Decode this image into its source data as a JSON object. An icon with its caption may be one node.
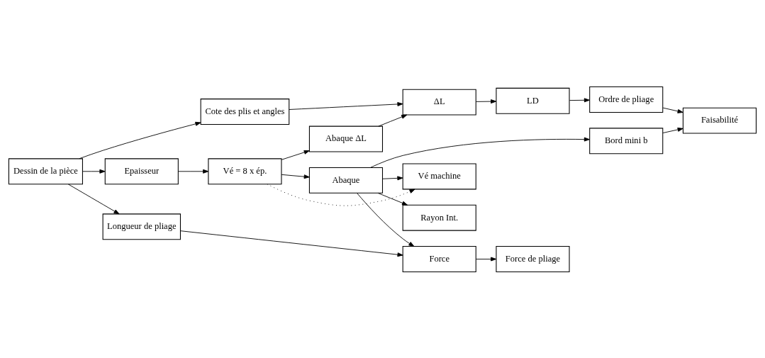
{
  "diagram": {
    "nodes": [
      {
        "text": [
          "Dessin de la pièce"
        ]
      },
      {
        "text": [
          "Cote des plis et angles"
        ]
      },
      {
        "text": [
          "ΔL"
        ]
      },
      {
        "text": [
          "LD"
        ]
      },
      {
        "text": [
          "Ordre de pliage"
        ]
      },
      {
        "text": [
          "Abaque ΔL"
        ]
      },
      {
        "text": [
          "Bord mini b"
        ]
      },
      {
        "text": [
          "Faisabilité"
        ]
      },
      {
        "text": [
          "Epaisseur"
        ]
      },
      {
        "text": [
          "Vé = 8 x ép."
        ]
      },
      {
        "text": [
          "Abaque"
        ]
      },
      {
        "text": [
          "Vé machine"
        ]
      },
      {
        "text": [
          "Rayon Int."
        ]
      },
      {
        "text": [
          "Longueur de pliage"
        ]
      },
      {
        "text": [
          "Force"
        ]
      },
      {
        "text": [
          "Force de pliage"
        ]
      }
    ],
    "edges": [
      {
        "from": 0,
        "to": 1,
        "arrow": "to"
      },
      {
        "from": 0,
        "to": 8,
        "arrow": "to"
      },
      {
        "from": 0,
        "to": 13,
        "arrow": "to"
      },
      {
        "from": 1,
        "to": 2,
        "arrow": "to"
      },
      {
        "from": 2,
        "to": 3,
        "arrow": "to"
      },
      {
        "from": 3,
        "to": 4,
        "arrow": "to"
      },
      {
        "from": 4,
        "to": 7,
        "arrow": "to"
      },
      {
        "from": 6,
        "to": 7,
        "arrow": "to"
      },
      {
        "from": 5,
        "to": 2,
        "arrow": "to"
      },
      {
        "from": 9,
        "to": 5,
        "arrow": "to"
      },
      {
        "from": 8,
        "to": 9,
        "arrow": "to"
      },
      {
        "from": 9,
        "to": 10,
        "arrow": "to"
      },
      {
        "from": 9,
        "to": 11,
        "arrow": "to",
        "style": "dashed"
      },
      {
        "from": 10,
        "to": 6,
        "arrow": "to"
      },
      {
        "from": 10,
        "to": 11,
        "arrow": "to"
      },
      {
        "from": 10,
        "to": 12,
        "arrow": "to"
      },
      {
        "from": 10,
        "to": 14,
        "arrow": "to"
      },
      {
        "from": 13,
        "to": 14,
        "arrow": "to"
      },
      {
        "from": 14,
        "to": 15,
        "arrow": "to"
      }
    ]
  }
}
